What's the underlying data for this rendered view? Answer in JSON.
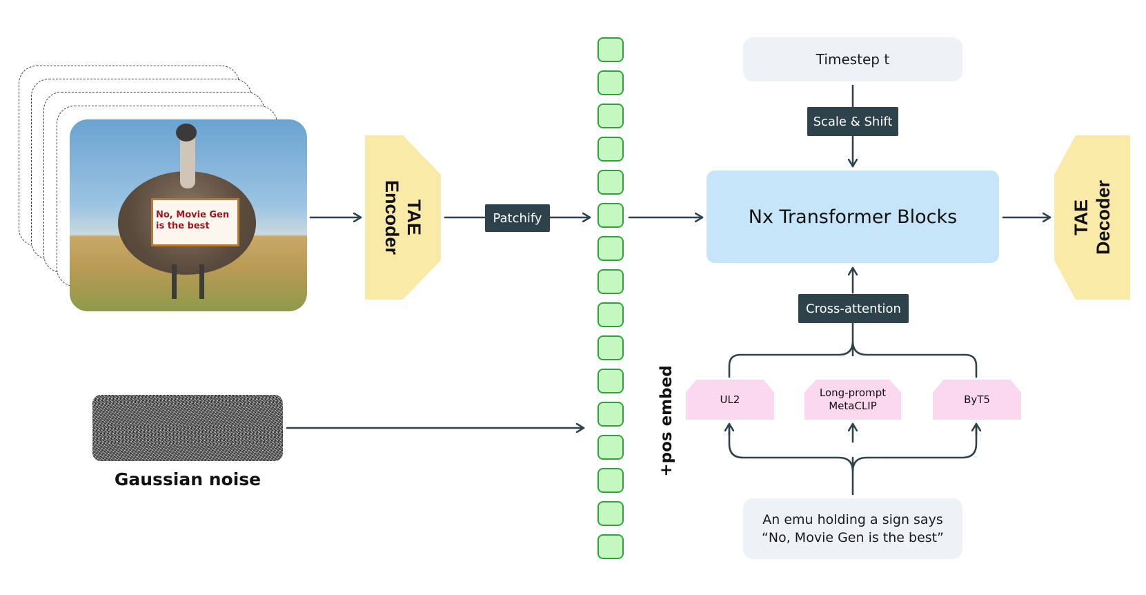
{
  "input_stack": {
    "sign_text": "No, Movie Gen\nis the best"
  },
  "tae_encoder": {
    "label": "TAE\nEncoder"
  },
  "tae_decoder": {
    "label": "TAE\nDecoder"
  },
  "patchify": {
    "label": "Patchify"
  },
  "tokens": {
    "count": 16,
    "fill_color": "#c5f7c0",
    "border_color": "#2fa33a"
  },
  "pos_embed": {
    "label": "+pos embed"
  },
  "timestep": {
    "label": "Timestep t"
  },
  "scale_shift": {
    "label": "Scale & Shift"
  },
  "transformer": {
    "label": "Nx Transformer Blocks"
  },
  "cross_attention": {
    "label": "Cross-attention"
  },
  "text_encoders": [
    {
      "label": "UL2"
    },
    {
      "label": "Long-prompt\nMetaCLIP"
    },
    {
      "label": "ByT5"
    }
  ],
  "prompt": {
    "text": "An emu holding a sign says\n“No, Movie Gen is the best”"
  },
  "noise": {
    "label": "Gaussian noise"
  },
  "colors": {
    "arrow": "#2e424c",
    "dark_label_bg": "#2e424c",
    "tae_fill": "#f9eaa8",
    "transformer_fill": "#c7e5f8",
    "text_encoder_fill": "#fbd8ef",
    "pill_fill": "#eef2f7"
  }
}
